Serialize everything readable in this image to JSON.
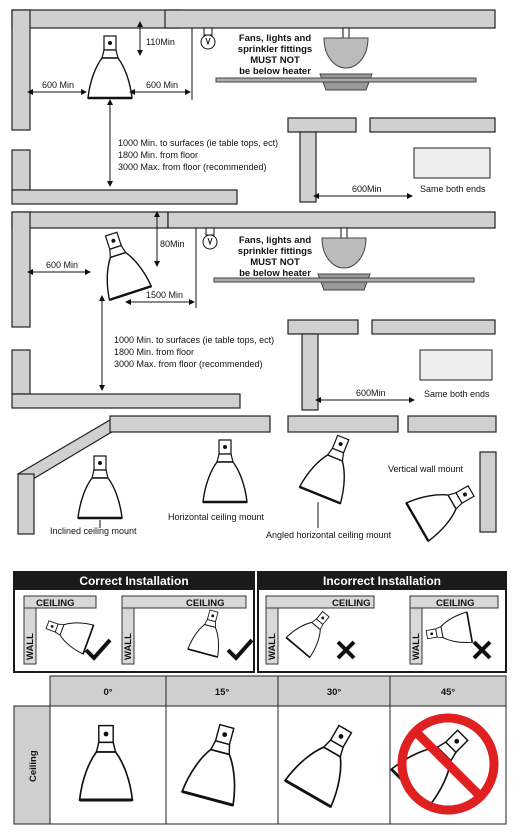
{
  "section1": {
    "dim_top": "110Min",
    "dim_left": "600 Min",
    "dim_right": "600 Min",
    "fan_warning": [
      "Fans, lights and",
      "sprinkler fittings",
      "MUST NOT",
      "be below heater"
    ],
    "floor_notes": [
      "1000 Min. to surfaces (ie table tops, ect)",
      "1800 Min. from floor",
      "3000 Max. from floor (recommended)"
    ],
    "end_dim": "600Min",
    "end_note": "Same both ends"
  },
  "section2": {
    "dim_top": "80Min",
    "dim_left": "600 Min",
    "dim_right": "1500 Min",
    "fan_warning": [
      "Fans, lights and",
      "sprinkler fittings",
      "MUST NOT",
      "be below heater"
    ],
    "floor_notes": [
      "1000 Min. to surfaces (ie table tops, ect)",
      "1800 Min. from floor",
      "3000 Max. from floor (recommended)"
    ],
    "end_dim": "600Min",
    "end_note": "Same both ends"
  },
  "mounts": {
    "inclined": "Inclined ceiling mount",
    "horizontal": "Horizontal ceiling mount",
    "angled": "Angled horizontal ceiling mount",
    "vertical": "Vertical wall mount"
  },
  "install": {
    "correct_title": "Correct Installation",
    "incorrect_title": "Incorrect Installation",
    "ceiling_label": "CEILING",
    "wall_label": "WALL"
  },
  "angles": {
    "row_label": "Ceiling",
    "columns": [
      "0°",
      "15°",
      "30°",
      "45°"
    ]
  },
  "colors": {
    "header_bg": "#1a1a1a",
    "panel_grey": "#cfcfcf",
    "prohibited_red": "#e02020"
  }
}
